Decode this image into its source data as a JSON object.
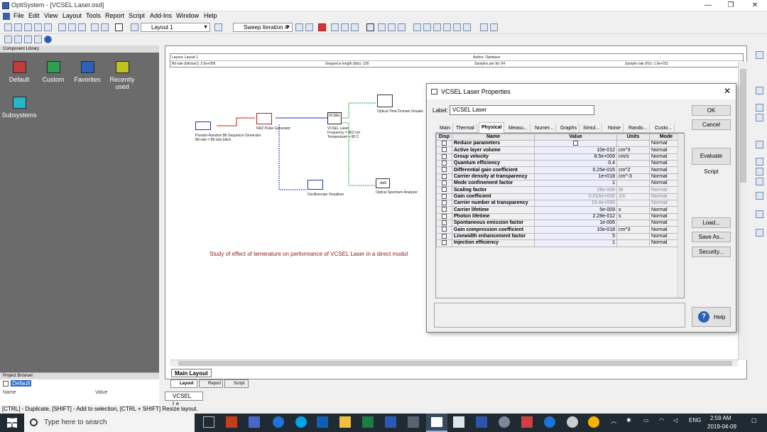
{
  "window": {
    "title": "OptiSystem - [VCSEL Laser.osd]",
    "minimize": "—",
    "restore": "❐",
    "close": "✕"
  },
  "menu": [
    "File",
    "Edit",
    "View",
    "Layout",
    "Tools",
    "Report",
    "Script",
    "Add-Ins",
    "Window",
    "Help"
  ],
  "toolbar": {
    "layout_select": "Layout 1",
    "sweep_select": "Sweep Iteration 4"
  },
  "component_library": {
    "header": "Component Library",
    "items": [
      {
        "label": "Default"
      },
      {
        "label": "Custom"
      },
      {
        "label": "Favorites"
      },
      {
        "label": "Recently used"
      },
      {
        "label": "Subsystems"
      }
    ]
  },
  "project_browser": {
    "header": "Project Browser",
    "item": "Default",
    "col_name": "Name",
    "col_value": "Value"
  },
  "layout_header": {
    "layout": "Layout: Layout 1",
    "author": "Author: Optiwave",
    "bitrate": "Bit rate (bits/sec):  2.5e+009",
    "seqlen": "Sequence length (bits):  128",
    "samples": "Samples per bit:  64",
    "samplerate": "Sample rate (Hz):  1.6e+011"
  },
  "components": {
    "prbs": "Pseudo-Random Bit Sequence Generator",
    "prbs_sub": "Bit rate = Bit rate  bits/s",
    "nrz": "NRZ Pulse Generator",
    "vcsel_icon": "VCSEL",
    "vcsel": "VCSEL Laser",
    "vcsel_freq": "Frequency = 863  nm",
    "vcsel_temp": "Temperature = 80  C",
    "otdv": "Optical Time Domain Visualiz",
    "osc": "Oscilloscope Visualizer",
    "osa": "Optical Spectrum Analyzer",
    "osa_icon": "Jwlli"
  },
  "canvas_note": "Study of effect of temerature on performance of VCSEL Laser in a direct modul",
  "bottom_tabs": {
    "main_layout": "Main Layout",
    "layout": "Layout",
    "report": "Report",
    "script": "Script",
    "doc": "VCSEL La..."
  },
  "dialog": {
    "title": "VCSEL Laser Properties",
    "label_caption": "Label:",
    "label_value": "VCSEL Laser",
    "tabs": [
      "Main",
      "Thermal",
      "Physical",
      "Measu...",
      "Numer...",
      "Graphs",
      "Simul...",
      "Noise",
      "Rando...",
      "Custo..."
    ],
    "active_tab": "Physical",
    "columns": {
      "disp": "Disp",
      "name": "Name",
      "value": "Value",
      "units": "Units",
      "mode": "Mode"
    },
    "rows": [
      {
        "name": "Reduce parameters",
        "value": "",
        "units": "",
        "mode": "Normal",
        "dim": false,
        "checkbox_value": true
      },
      {
        "name": "Active layer volume",
        "value": "10e-012",
        "units": "cm^3",
        "mode": "Normal",
        "dim": false
      },
      {
        "name": "Group velocity",
        "value": "8.5e+009",
        "units": "cm/s",
        "mode": "Normal",
        "dim": false
      },
      {
        "name": "Quantum efficiency",
        "value": "0.4",
        "units": "",
        "mode": "Normal",
        "dim": false
      },
      {
        "name": "Differential gain coefficient",
        "value": "0.25e-015",
        "units": "cm^2",
        "mode": "Normal",
        "dim": false
      },
      {
        "name": "Carrier density at transparency",
        "value": "1e+018",
        "units": "cm^-3",
        "mode": "Normal",
        "dim": false
      },
      {
        "name": "Mode confinement factor",
        "value": "1",
        "units": "",
        "mode": "Normal",
        "dim": false
      },
      {
        "name": "Scaling factor",
        "value": "26e-009",
        "units": "W",
        "mode": "Normal",
        "dim": true
      },
      {
        "name": "Gain coefficient",
        "value": "0.016e+006",
        "units": "1/s",
        "mode": "Normal",
        "dim": true
      },
      {
        "name": "Carrier number at transparency",
        "value": "19.4e+006",
        "units": "",
        "mode": "Normal",
        "dim": true
      },
      {
        "name": "Carrier lifetime",
        "value": "5e-009",
        "units": "s",
        "mode": "Normal",
        "dim": false
      },
      {
        "name": "Photon lifetime",
        "value": "2.28e-012",
        "units": "s",
        "mode": "Normal",
        "dim": false
      },
      {
        "name": "Spontaneous emission factor",
        "value": "1e-006",
        "units": "",
        "mode": "Normal",
        "dim": false
      },
      {
        "name": "Gain compression coefficient",
        "value": "10e-018",
        "units": "cm^3",
        "mode": "Normal",
        "dim": false
      },
      {
        "name": "Linewidth enhancement factor",
        "value": "5",
        "units": "",
        "mode": "Normal",
        "dim": false
      },
      {
        "name": "Injection efficiency",
        "value": "1",
        "units": "",
        "mode": "Normal",
        "dim": false
      }
    ],
    "buttons": {
      "ok": "OK",
      "cancel": "Cancel",
      "evaluate": "Evaluate Script",
      "load": "Load...",
      "saveas": "Save As...",
      "security": "Security...",
      "help": "Help"
    }
  },
  "statusbar": "[CTRL] - Duplicate, [SHIFT] - Add to selection, [CTRL + SHIFT] Resize layout.",
  "taskbar": {
    "search": "Type here to search",
    "language": "ENG",
    "time": "2:59 AM",
    "date": "2019-04-09"
  },
  "colors": {
    "panel_gray": "#6b6b6b",
    "taskbar": "#1f2a33",
    "signal_red": "#cc2222",
    "signal_blue": "#2233cc",
    "signal_green": "#22aa44",
    "note_red": "#8b1a1a"
  }
}
